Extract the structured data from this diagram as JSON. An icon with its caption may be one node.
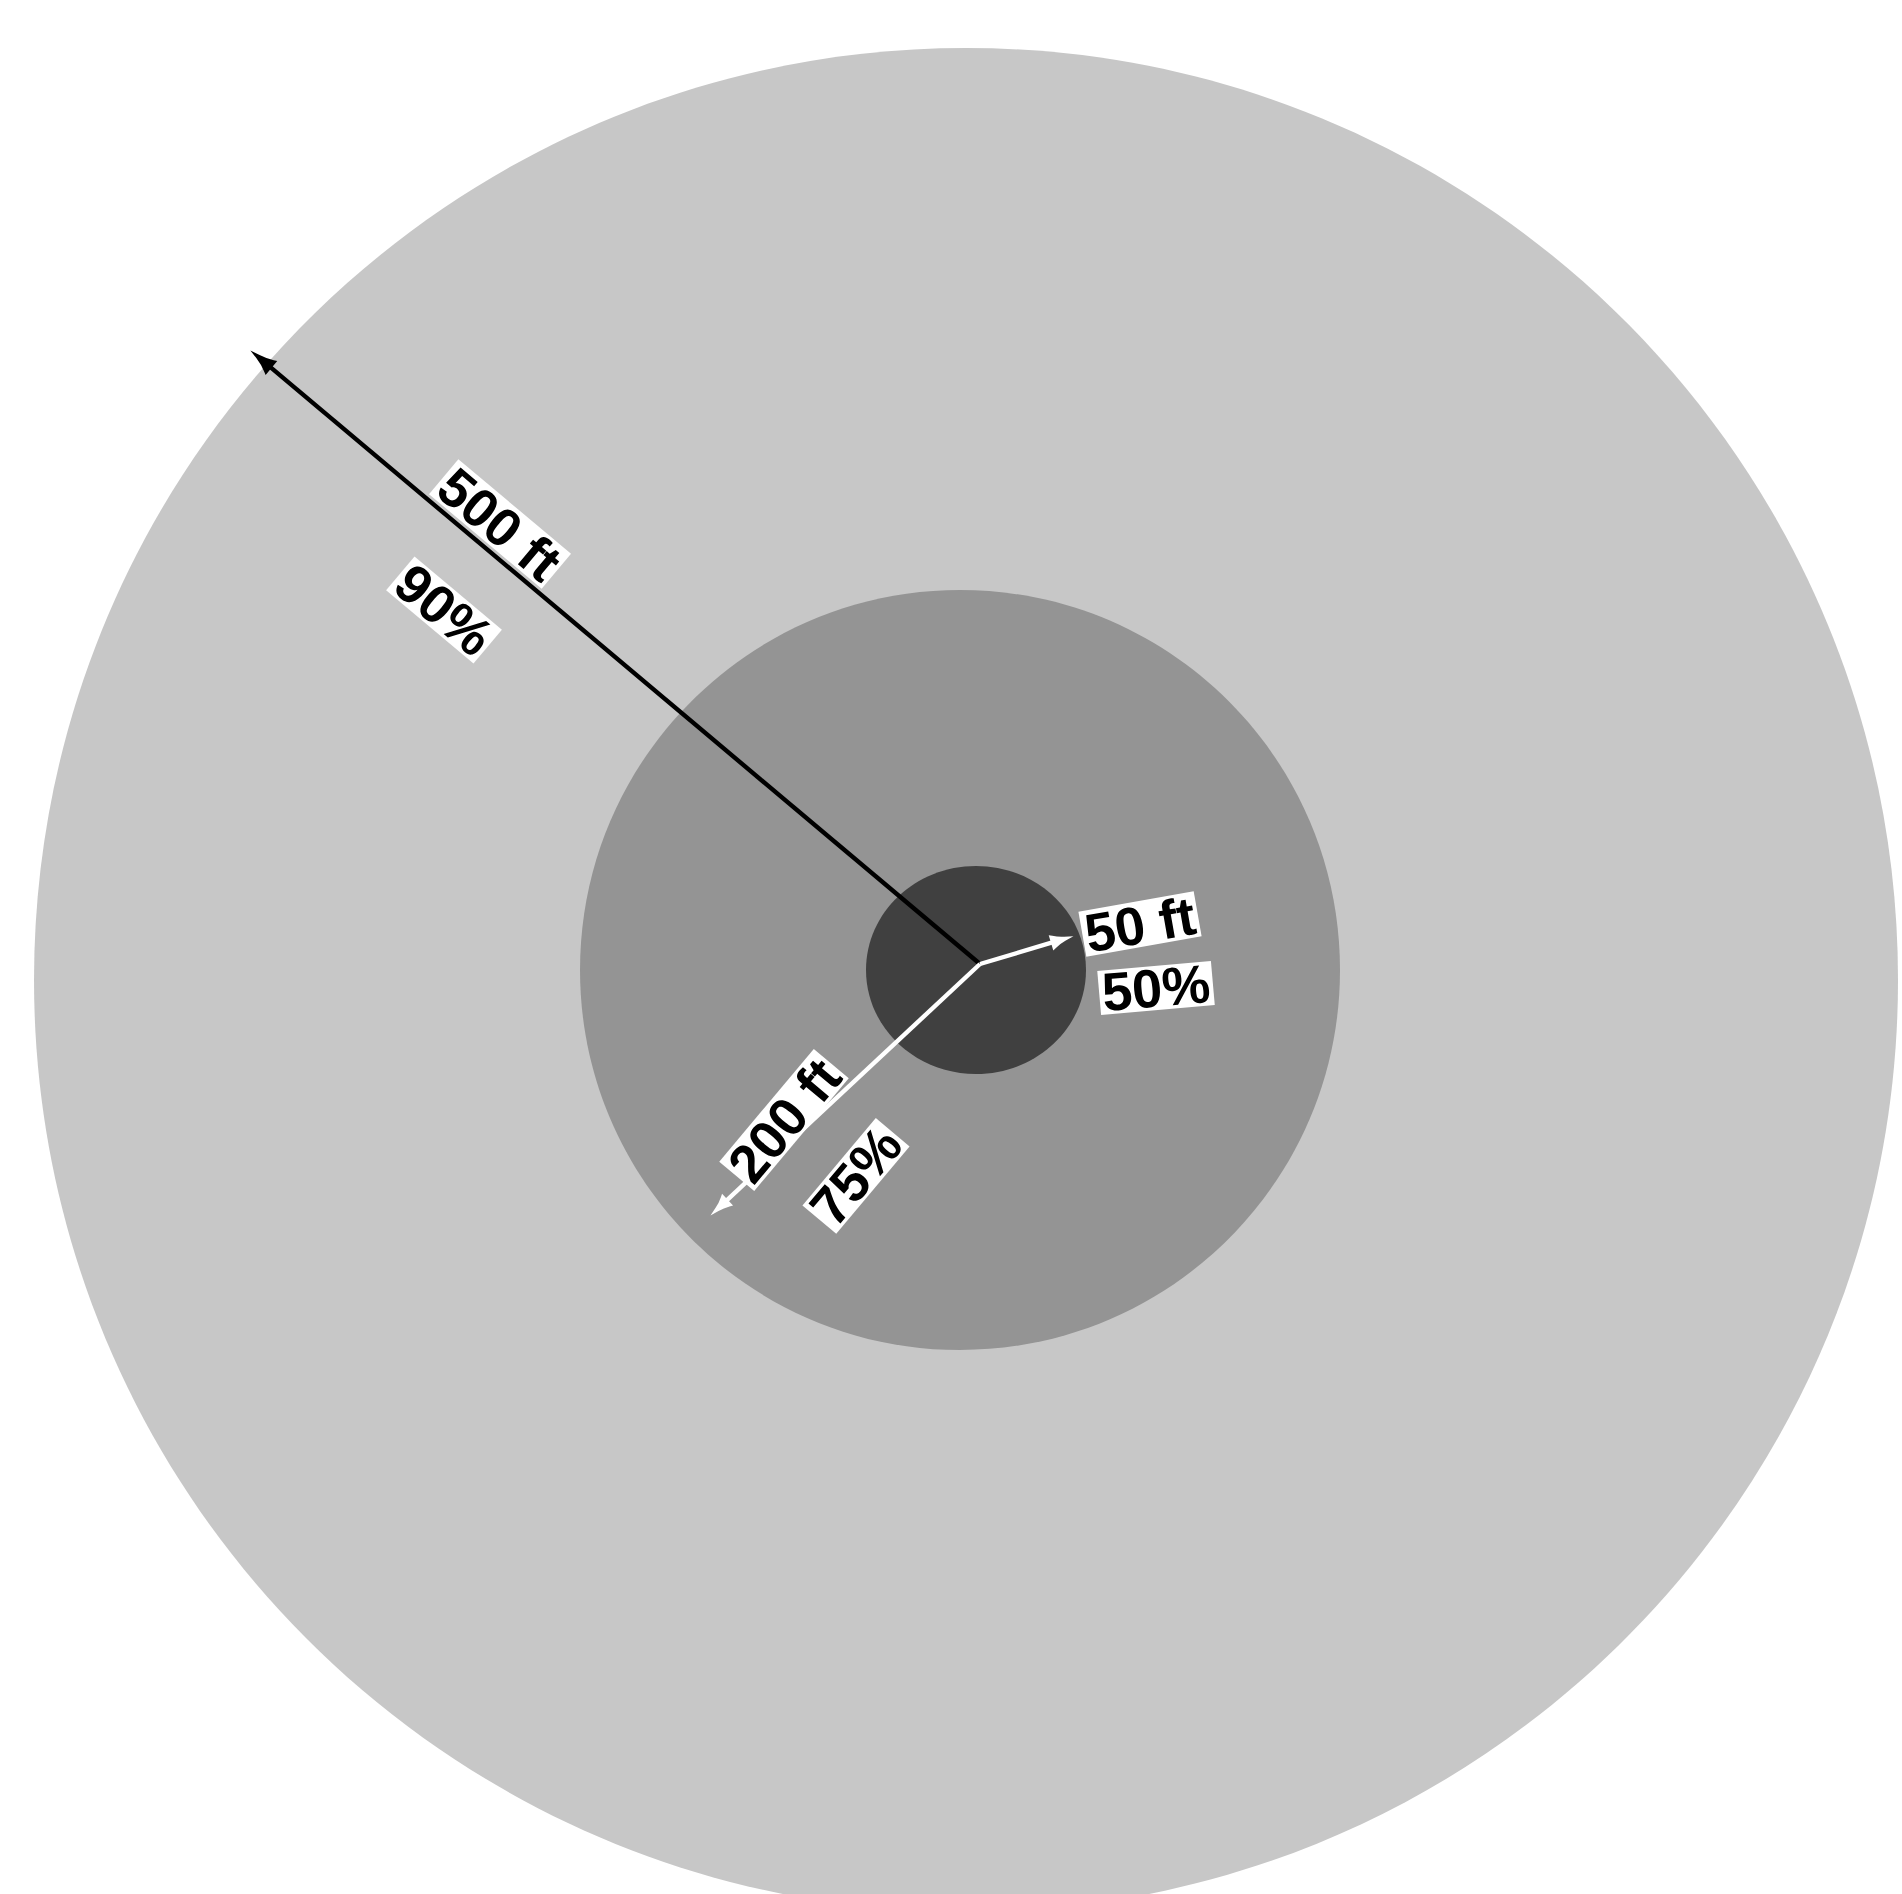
{
  "diagram": {
    "labels": [
      "500 ft",
      "90%",
      "50 ft",
      "50%",
      "200 ft",
      "75%"
    ]
  }
}
